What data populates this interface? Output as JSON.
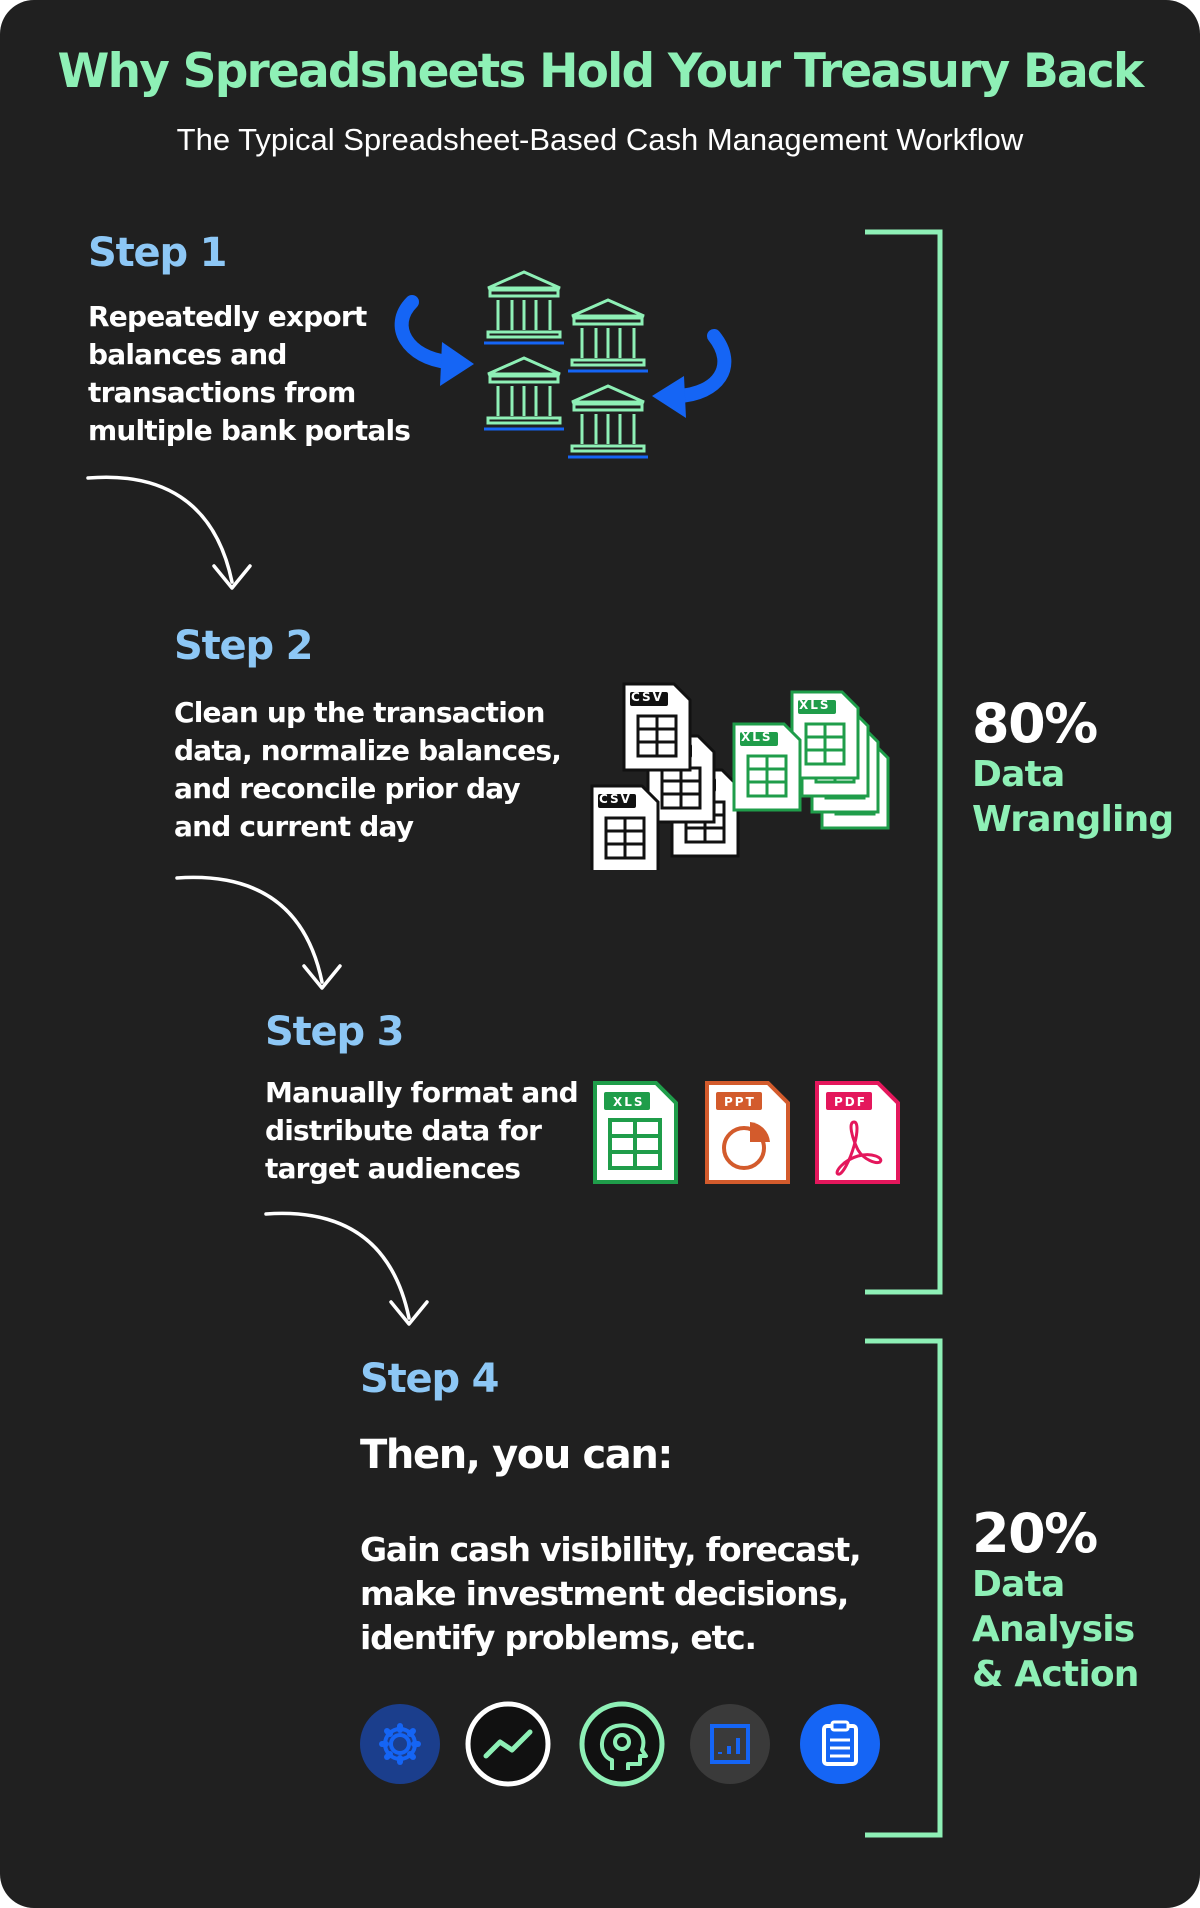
{
  "title": "Why Spreadsheets Hold Your Treasury Back",
  "subtitle": "The Typical Spreadsheet-Based Cash Management Workflow",
  "steps": [
    {
      "label": "Step 1",
      "lines": [
        "Repeatedly export",
        "balances and",
        "transactions from",
        "multiple bank portals"
      ]
    },
    {
      "label": "Step 2",
      "lines": [
        "Clean up the transaction",
        "data, normalize balances,",
        "and reconcile prior day",
        "and current day"
      ]
    },
    {
      "label": "Step 3",
      "lines": [
        "Manually format and",
        "distribute data for",
        "target audiences"
      ]
    },
    {
      "label": "Step 4",
      "then": "Then, you can:",
      "lines": [
        "Gain cash visibility, forecast,",
        "make investment decisions,",
        "identify problems, etc."
      ]
    }
  ],
  "file_tags": {
    "csv": "CSV",
    "xls": "XLS",
    "ppt": "PPT",
    "pdf": "PDF"
  },
  "brackets": [
    {
      "percent": "80%",
      "label_lines": [
        "Data",
        "Wrangling"
      ]
    },
    {
      "percent": "20%",
      "label_lines": [
        "Data",
        "Analysis",
        "& Action"
      ]
    }
  ],
  "bottom_icons": [
    "gear-icon",
    "trend-line-icon",
    "head-gear-icon",
    "bar-chart-icon",
    "clipboard-icon"
  ],
  "colors": {
    "background": "#202020",
    "title_green": "#8ef0b6",
    "step_blue": "#8dc7f5",
    "arrow_blue": "#1565f5",
    "xls_green": "#1f9d4a",
    "ppt_orange": "#d35b2c",
    "pdf_red": "#e4175c"
  }
}
